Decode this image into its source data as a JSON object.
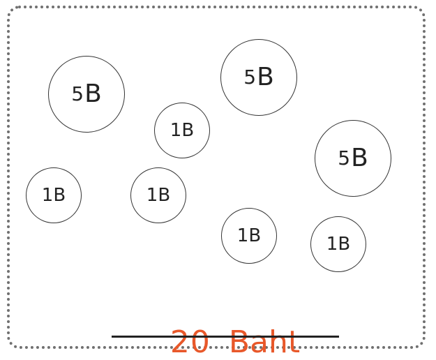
{
  "coins": [
    {
      "id": "coin-1",
      "value": "5",
      "unit": "B"
    },
    {
      "id": "coin-2",
      "value": "5",
      "unit": "B"
    },
    {
      "id": "coin-3",
      "value": "1",
      "unit": "B"
    },
    {
      "id": "coin-4",
      "value": "5",
      "unit": "B"
    },
    {
      "id": "coin-5",
      "value": "1",
      "unit": "B"
    },
    {
      "id": "coin-6",
      "value": "1",
      "unit": "B"
    },
    {
      "id": "coin-7",
      "value": "1",
      "unit": "B"
    },
    {
      "id": "coin-8",
      "value": "1",
      "unit": "B"
    }
  ],
  "total": {
    "amount": "20",
    "currency": "Baht"
  },
  "colors": {
    "total_text": "#e8582a",
    "coin_border": "#333333",
    "frame_border": "#707070"
  }
}
